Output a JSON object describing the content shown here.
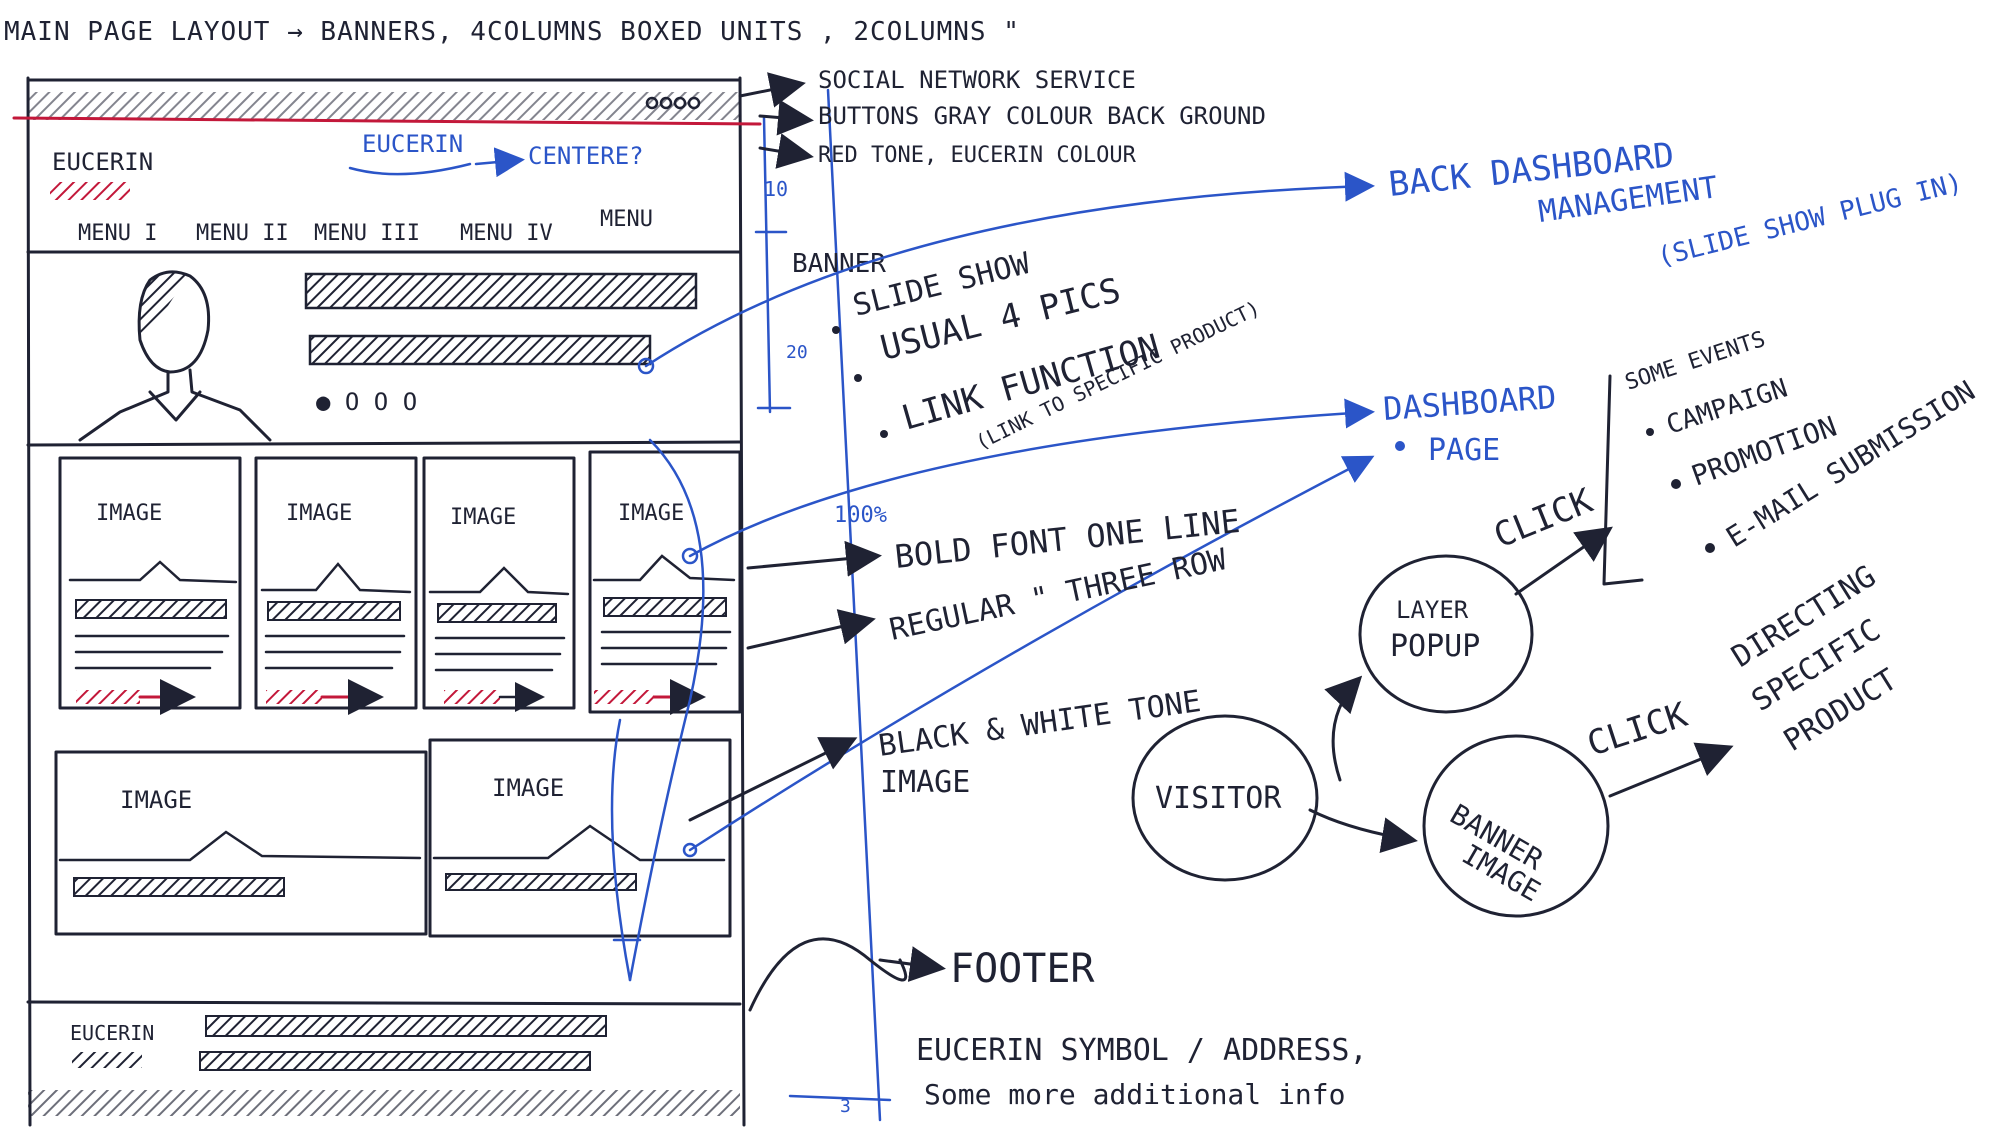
{
  "colors": {
    "ink": "#1f2233",
    "blue_pen": "#2b55c8",
    "red_pen": "#c3183a",
    "paper": "#ffffff"
  },
  "heading": "MAIN PAGE LAYOUT → BANNERS, 4COLUMNS BOXED UNITS , 2COLUMNS \"",
  "wireframe": {
    "logo": "EUCERIN",
    "logo_note": "EUCERIN",
    "logo_note_arrow": "CENTERE?",
    "menu": [
      "MENU I",
      "MENU II",
      "MENU III",
      "MENU IV",
      "MENU"
    ],
    "banner_dots": "● O O O",
    "column_boxes": [
      "IMAGE",
      "IMAGE",
      "IMAGE",
      "IMAGE"
    ],
    "two_column_boxes": [
      "IMAGE",
      "IMAGE"
    ],
    "footer_logo": "EUCERIN",
    "measure_top": "10",
    "measure_banner": "20",
    "measure_width": "100%",
    "measure_bottom": "3"
  },
  "header_notes": [
    "SOCIAL NETWORK SERVICE",
    "BUTTONS GRAY COLOUR BACK GROUND",
    "RED TONE, EUCERIN COLOUR"
  ],
  "banner_notes": {
    "title": "BANNER",
    "items": [
      "SLIDE SHOW",
      "USUAL 4 PICS",
      "LINK FUNCTION"
    ],
    "sub": "(LINK TO SPECIFIC PRODUCT)"
  },
  "back_dashboard": [
    "BACK DASHBOARD",
    "MANAGEMENT",
    "(SLIDE SHOW PLUG IN)"
  ],
  "dashboard_page": [
    "DASHBOARD",
    "PAGE"
  ],
  "dashboard_list": [
    "SOME EVENTS",
    "CAMPAIGN",
    "PROMOTION",
    "E-MAIL SUBMISSION"
  ],
  "box_notes": [
    "BOLD FONT ONE LINE",
    "REGULAR \" THREE ROW",
    "BLACK & WHITE TONE",
    "IMAGE"
  ],
  "flow": {
    "visitor": "VISITOR",
    "layer_popup": [
      "LAYER",
      "POPUP"
    ],
    "banner_image": [
      "BANNER",
      "IMAGE"
    ],
    "click_1": "CLICK",
    "click_2": "CLICK",
    "directing": [
      "DIRECTING",
      "SPECIFIC",
      "PRODUCT"
    ]
  },
  "footer_notes": {
    "title": "FOOTER",
    "line1": "EUCERIN SYMBOL / ADDRESS,",
    "line2": "Some more additional info"
  }
}
